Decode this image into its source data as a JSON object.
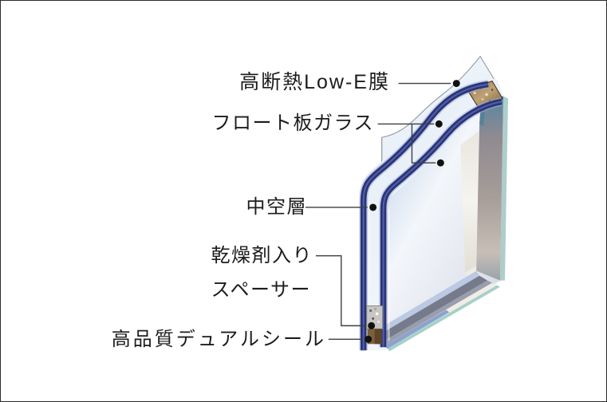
{
  "figure": {
    "type": "cutaway-diagram",
    "subject": "insulated Low-E double glazing unit",
    "background_color": "#ffffff",
    "border_color": "#2b2b2b",
    "text_color": "#1c1c1c",
    "leader_line_color": "#3f3f3f",
    "marker_color": "#111111",
    "labels": {
      "lowe_film": "高断熱Low-E膜",
      "float_glass": "フロート板ガラス",
      "air_layer": "中空層",
      "desiccant_line1": "乾燥剤入り",
      "desiccant_line2": "スペーサー",
      "dual_seal": "高品質デュアルシール"
    },
    "callouts": [
      {
        "label": "高断熱Low-E膜",
        "points_to": "low-e-film",
        "marker": "dot"
      },
      {
        "label": "フロート板ガラス",
        "points_to": "both glass panes (forked leader)",
        "marker": "dot"
      },
      {
        "label": "中空層",
        "points_to": "air gap between panes",
        "marker": "dot"
      },
      {
        "label": "乾燥剤入り スペーサー",
        "points_to": "metal spacer at bottom edge",
        "marker": "dot"
      },
      {
        "label": "高品質デュアルシール",
        "points_to": "dual seal below spacer",
        "marker": "dot"
      }
    ],
    "illustration_colors": {
      "glass_edge_navy": "#2a3478",
      "glass_edge_fringe": "#9dabd6",
      "glass_face_light_blue": "#c3d4ea",
      "glass_face_white": "#f3f6fa",
      "glass_face_lavender": "#d6d8e6",
      "right_edge_teal": "#5f92a8",
      "right_edge_grey": "#a79d98",
      "frame_band_cream": "#f3f1ec",
      "bottom_band_dark_grey": "#767b8c",
      "bottom_band_blue": "#8ba3cd",
      "outer_teal_line": "#9fc6c2",
      "spacer_metal": "#c8c6c2",
      "spacer_tan": "#a5844f",
      "seal_bronze": "#7c5f3c"
    }
  }
}
